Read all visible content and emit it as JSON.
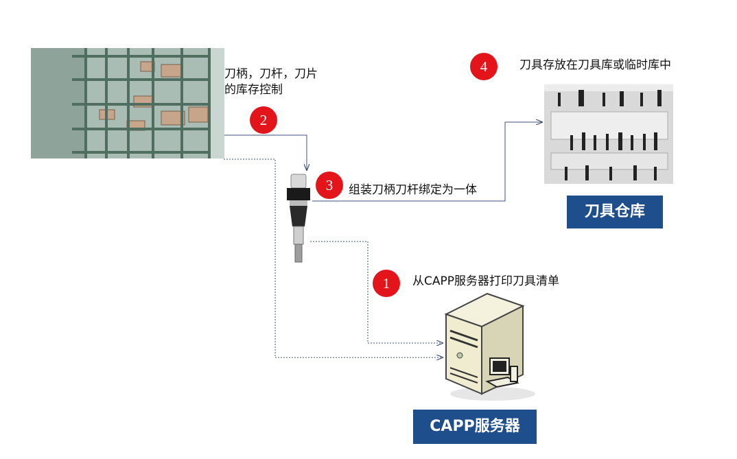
{
  "nodes": {
    "storage": {
      "label": "刀柄，刀杆，刀片的库存控制",
      "badge": "2"
    },
    "assembly": {
      "label": "组装刀柄刀杆绑定为一体",
      "badge": "3"
    },
    "warehouse": {
      "caption": "刀具存放在刀具库或临时库中",
      "badge": "4",
      "title": "刀具仓库"
    },
    "server": {
      "caption": "从CAPP服务器打印刀具清单",
      "badge": "1",
      "title": "CAPP服务器"
    }
  },
  "colors": {
    "badge": "#e3151a",
    "title_bg": "#1f4e8c",
    "connector": "#3d4f7a"
  }
}
